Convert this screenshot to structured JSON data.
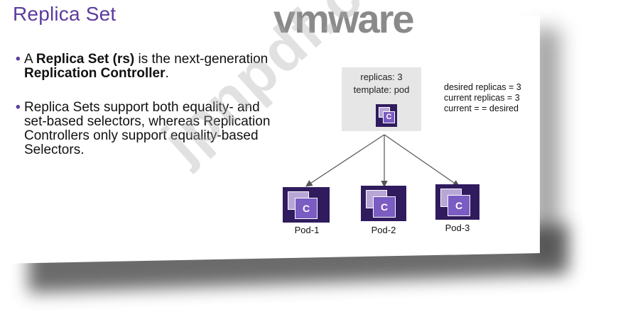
{
  "slide": {
    "title": "Replica Set",
    "logo_text": "vmware",
    "logo_mark": "®"
  },
  "bullets": [
    {
      "segments": [
        "A ",
        "Replica Set (rs)",
        " is the next-generation ",
        "Replication Controller",
        "."
      ]
    },
    {
      "text": "Replica Sets support both equality- and set-based selectors, whereas Replication Controllers only support equality-based Selectors."
    }
  ],
  "diagram": {
    "rs_box": {
      "line1": "replicas: 3",
      "line2": "template: pod",
      "container_letter": "C"
    },
    "status": [
      "desired replicas = 3",
      "current replicas = 3",
      "current = = desired"
    ],
    "pods": [
      {
        "label": "Pod-1",
        "container_letter": "C"
      },
      {
        "label": "Pod-2",
        "container_letter": "C"
      },
      {
        "label": "Pod-3",
        "container_letter": "C"
      }
    ]
  },
  "watermark": "jpnpdf.com",
  "colors": {
    "title": "#5c3c9e",
    "pod_bg": "#2f1b5e",
    "container": "#7a5cc2",
    "rs_box": "#e6e6e6"
  }
}
